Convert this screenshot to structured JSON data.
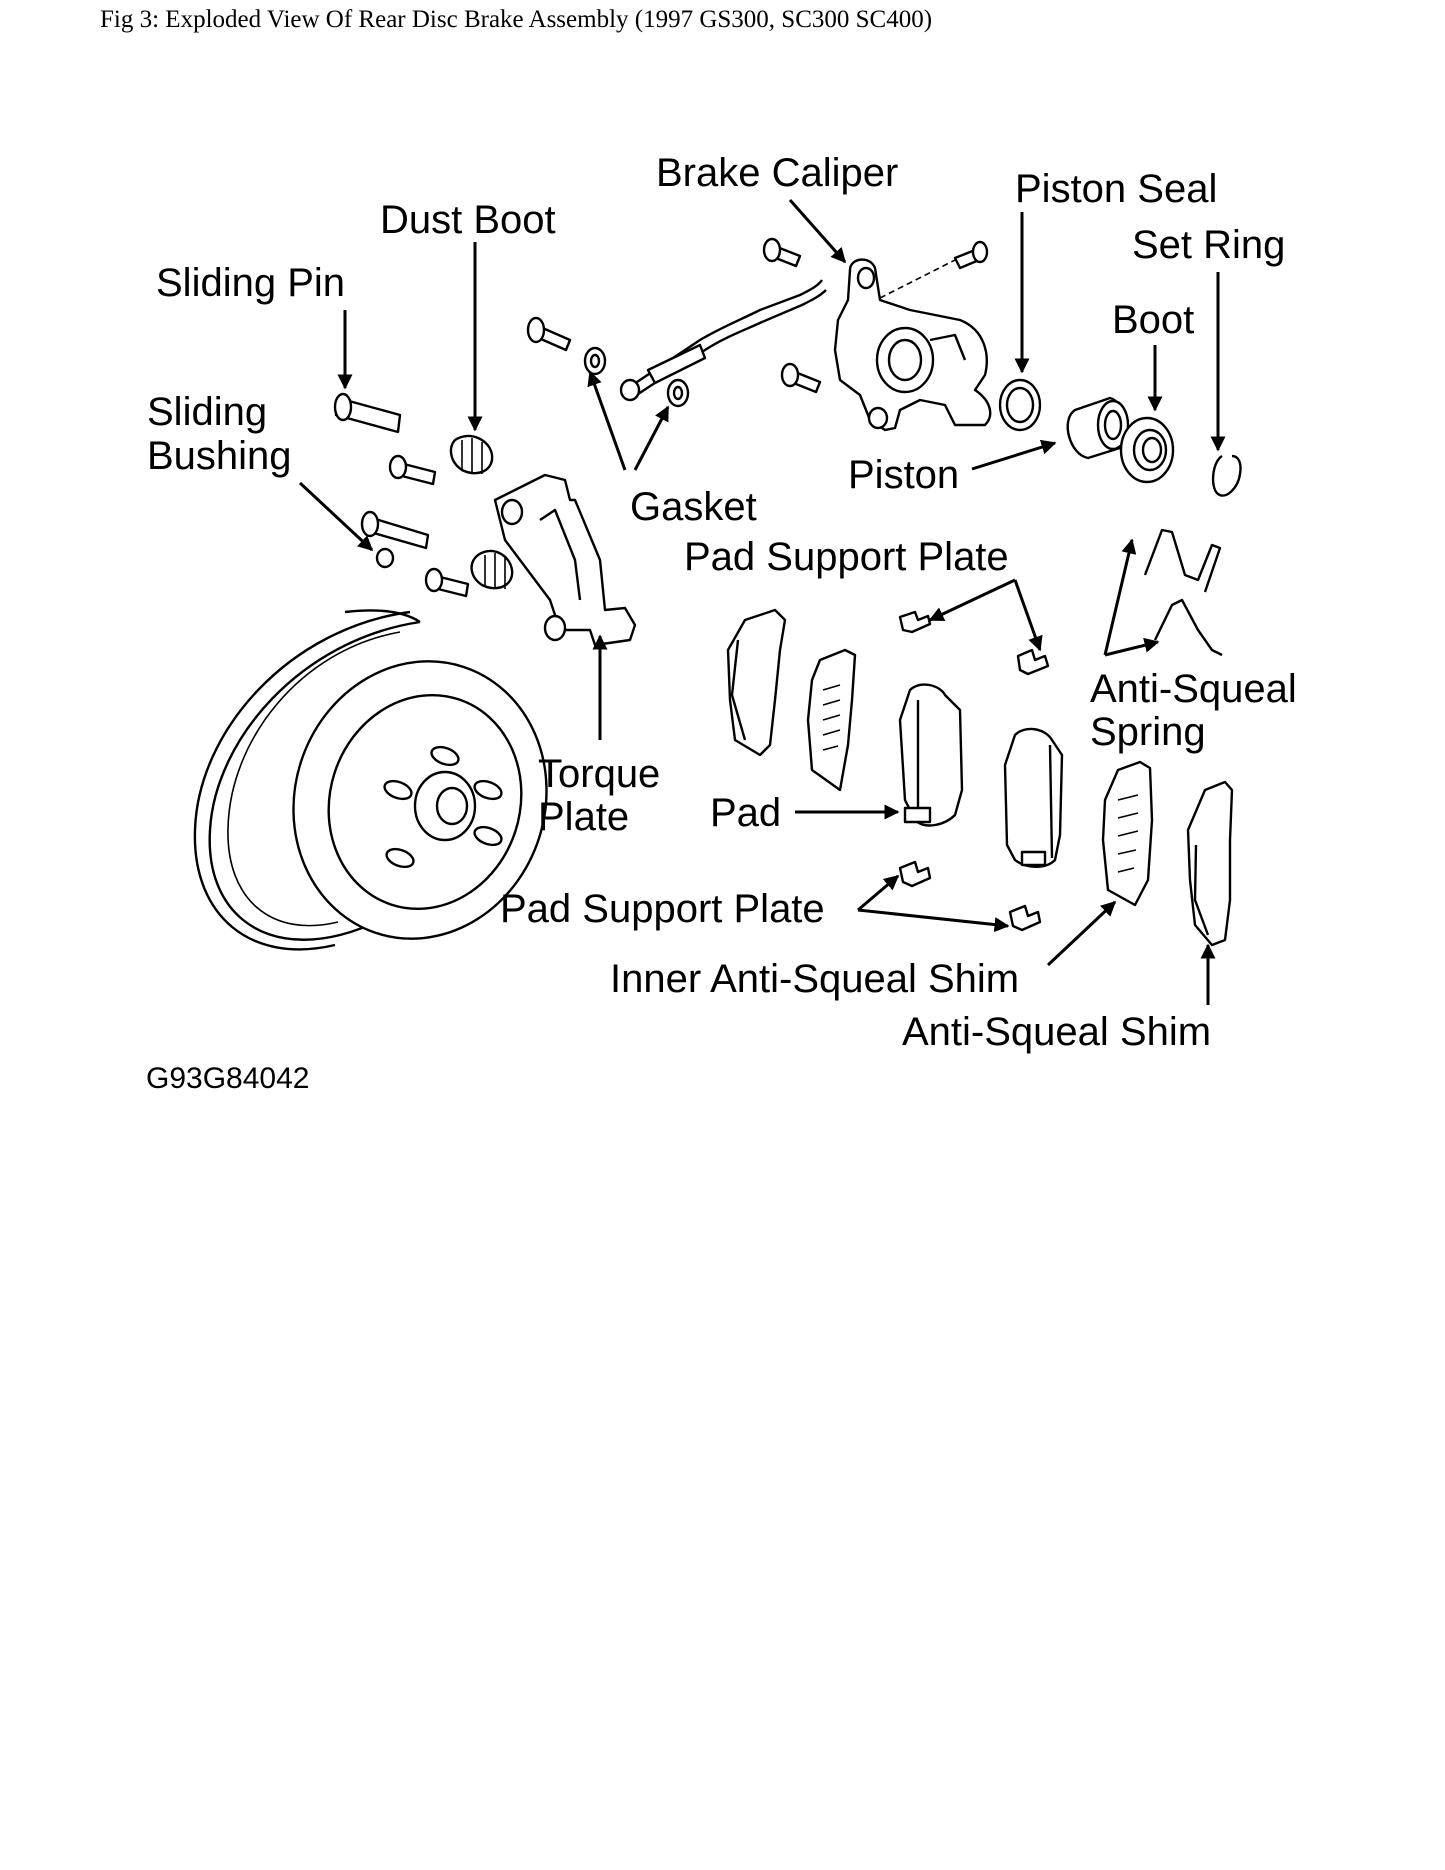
{
  "caption": "Fig 3: Exploded View Of Rear Disc Brake Assembly (1997 GS300, SC300 SC400)",
  "labels": {
    "brake_caliper": "Brake Caliper",
    "piston_seal": "Piston Seal",
    "set_ring": "Set Ring",
    "dust_boot": "Dust Boot",
    "sliding_pin": "Sliding Pin",
    "boot": "Boot",
    "sliding_bushing_1": "Sliding",
    "sliding_bushing_2": "Bushing",
    "piston": "Piston",
    "gasket": "Gasket",
    "pad_support_plate_top": "Pad Support Plate",
    "anti_squeal_spring_1": "Anti-Squeal",
    "anti_squeal_spring_2": "Spring",
    "torque_plate_1": "Torque",
    "torque_plate_2": "Plate",
    "pad": "Pad",
    "pad_support_plate_bottom": "Pad Support Plate",
    "inner_anti_squeal_shim": "Inner Anti-Squeal Shim",
    "anti_squeal_shim": "Anti-Squeal Shim"
  },
  "figure_code": "G93G84042"
}
